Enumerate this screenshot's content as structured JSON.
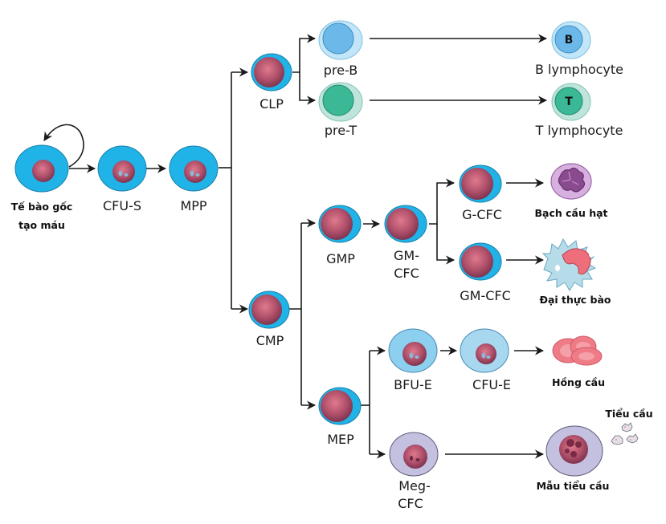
{
  "title": "Hematopoiesis lineage diagram",
  "colors": {
    "stem_cytoplasm": "#1fb3e8",
    "nucleus": "#b0506a",
    "pre_b": "#6cb8e8",
    "pre_t": "#3bb896",
    "erythroid_light": "#a7d8f0",
    "erythroid": "#8ccfee",
    "megakaryocyte": "#c4c0e0",
    "granulocyte": "#c9a0d4",
    "macrophage": "#b6dcea",
    "rbc": "#ef7b86"
  },
  "nodes": {
    "hsc": {
      "label_line1": "Tế bào gốc",
      "label_line2": "tạo máu"
    },
    "cfu_s": {
      "label": "CFU-S"
    },
    "mpp": {
      "label": "MPP"
    },
    "clp": {
      "label": "CLP"
    },
    "pre_b": {
      "label": "pre-B"
    },
    "pre_t": {
      "label": "pre-T"
    },
    "b_lymph": {
      "label": "B lymphocyte",
      "inner": "B"
    },
    "t_lymph": {
      "label": "T lymphocyte",
      "inner": "T"
    },
    "cmp": {
      "label": "CMP"
    },
    "gmp": {
      "label": "GMP"
    },
    "gm_cfc_1": {
      "label_line1": "GM-",
      "label_line2": "CFC"
    },
    "g_cfc": {
      "label": "G-CFC"
    },
    "gm_cfc_2": {
      "label": "GM-CFC"
    },
    "granulocyte": {
      "label": "Bạch cầu hạt"
    },
    "macrophage": {
      "label": "Đại thực bào"
    },
    "mep": {
      "label": "MEP"
    },
    "bfu_e": {
      "label": "BFU-E"
    },
    "cfu_e": {
      "label": "CFU-E"
    },
    "erythrocyte": {
      "label": "Hồng cầu"
    },
    "meg_cfc": {
      "label_line1": "Meg-",
      "label_line2": "CFC"
    },
    "megakaryocyte": {
      "label": "Mẫu tiểu cầu"
    },
    "platelets": {
      "label": "Tiểu cầu"
    }
  }
}
